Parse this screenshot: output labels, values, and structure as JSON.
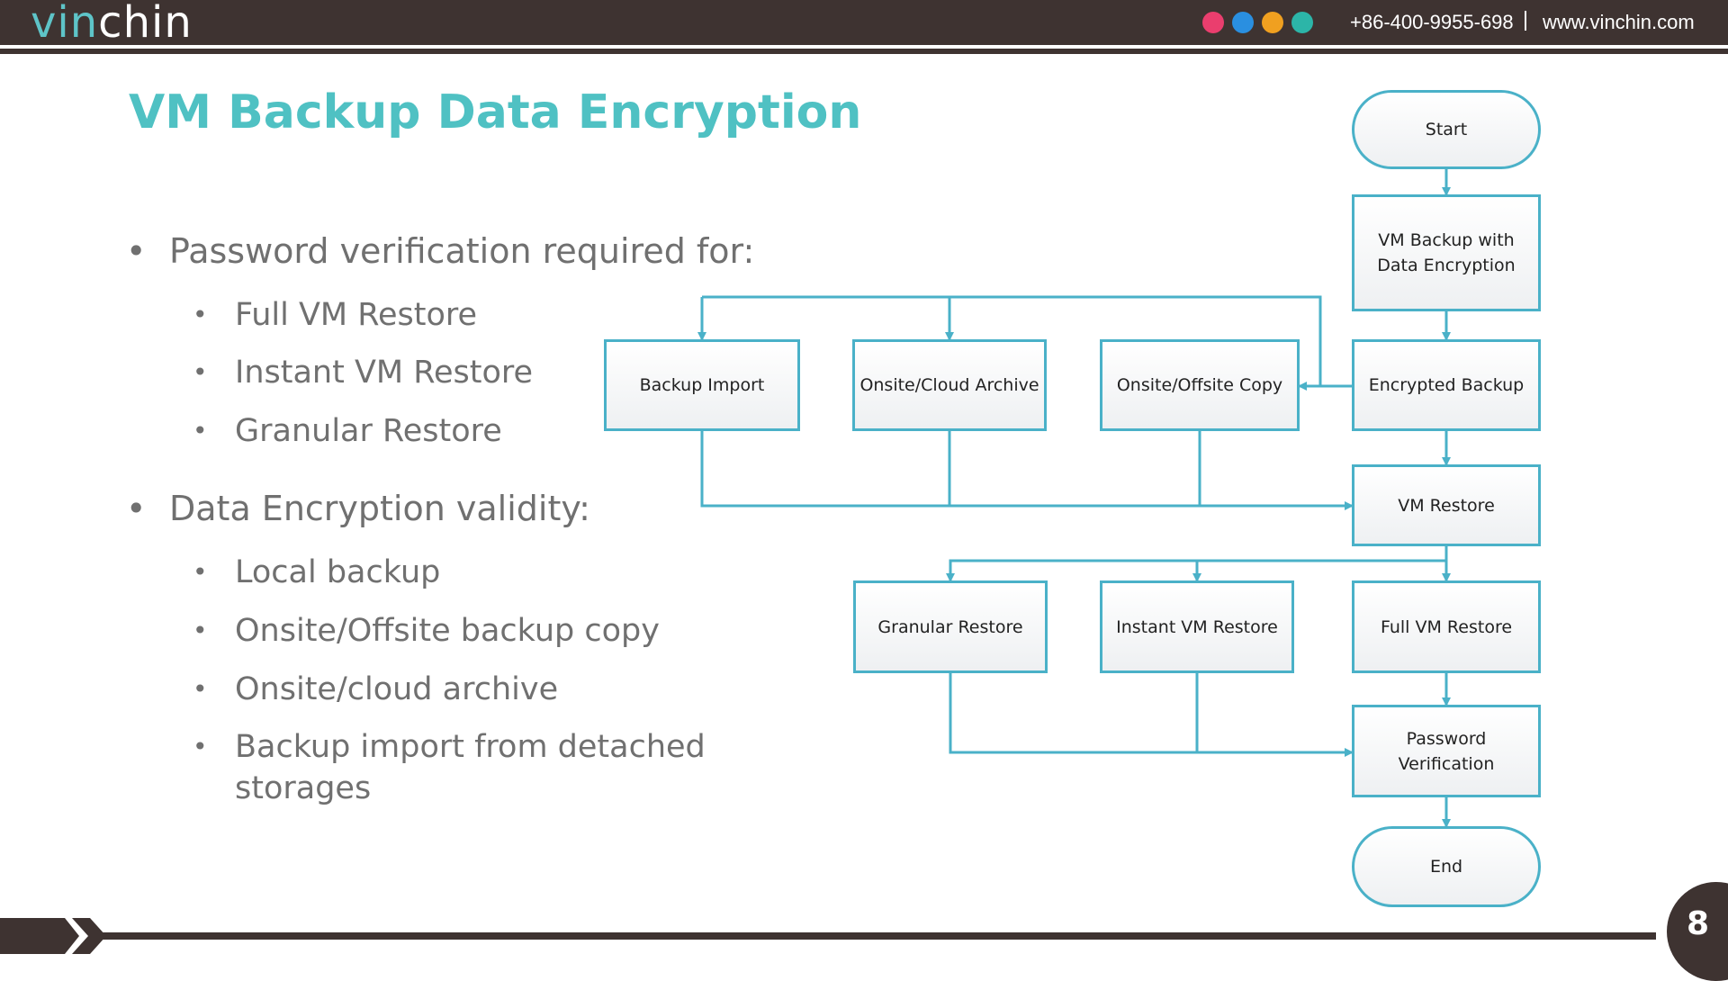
{
  "header": {
    "logo_part1": "vin",
    "logo_part2": "chin",
    "dot_colors": [
      "#ea3e6e",
      "#2a8fe0",
      "#f0a020",
      "#2cb5a8"
    ],
    "phone": "+86-400-9955-698",
    "website": "www.vinchin.com"
  },
  "slide": {
    "title": "VM Backup Data Encryption",
    "page_number": "8",
    "bullets": [
      {
        "text": "Password verification required for:",
        "children": [
          "Full VM Restore",
          "Instant VM Restore",
          "Granular Restore"
        ]
      },
      {
        "text": "Data Encryption validity:",
        "children": [
          "Local backup",
          "Onsite/Offsite backup copy",
          "Onsite/cloud archive",
          "Backup import from detached storages"
        ]
      }
    ]
  },
  "flowchart": {
    "nodes": {
      "start": "Start",
      "vm_backup_line1": "VM Backup with",
      "vm_backup_line2": "Data Encryption",
      "encrypted_backup": "Encrypted Backup",
      "backup_import": "Backup Import",
      "onsite_cloud_archive": "Onsite/Cloud Archive",
      "onsite_offsite_copy": "Onsite/Offsite Copy",
      "vm_restore": "VM Restore",
      "granular_restore": "Granular Restore",
      "instant_vm_restore": "Instant VM Restore",
      "full_vm_restore": "Full VM Restore",
      "password_line1": "Password",
      "password_line2": "Verification",
      "end": "End"
    },
    "colors": {
      "border": "#4ab1c8",
      "arrow": "#4ab1c8"
    }
  }
}
